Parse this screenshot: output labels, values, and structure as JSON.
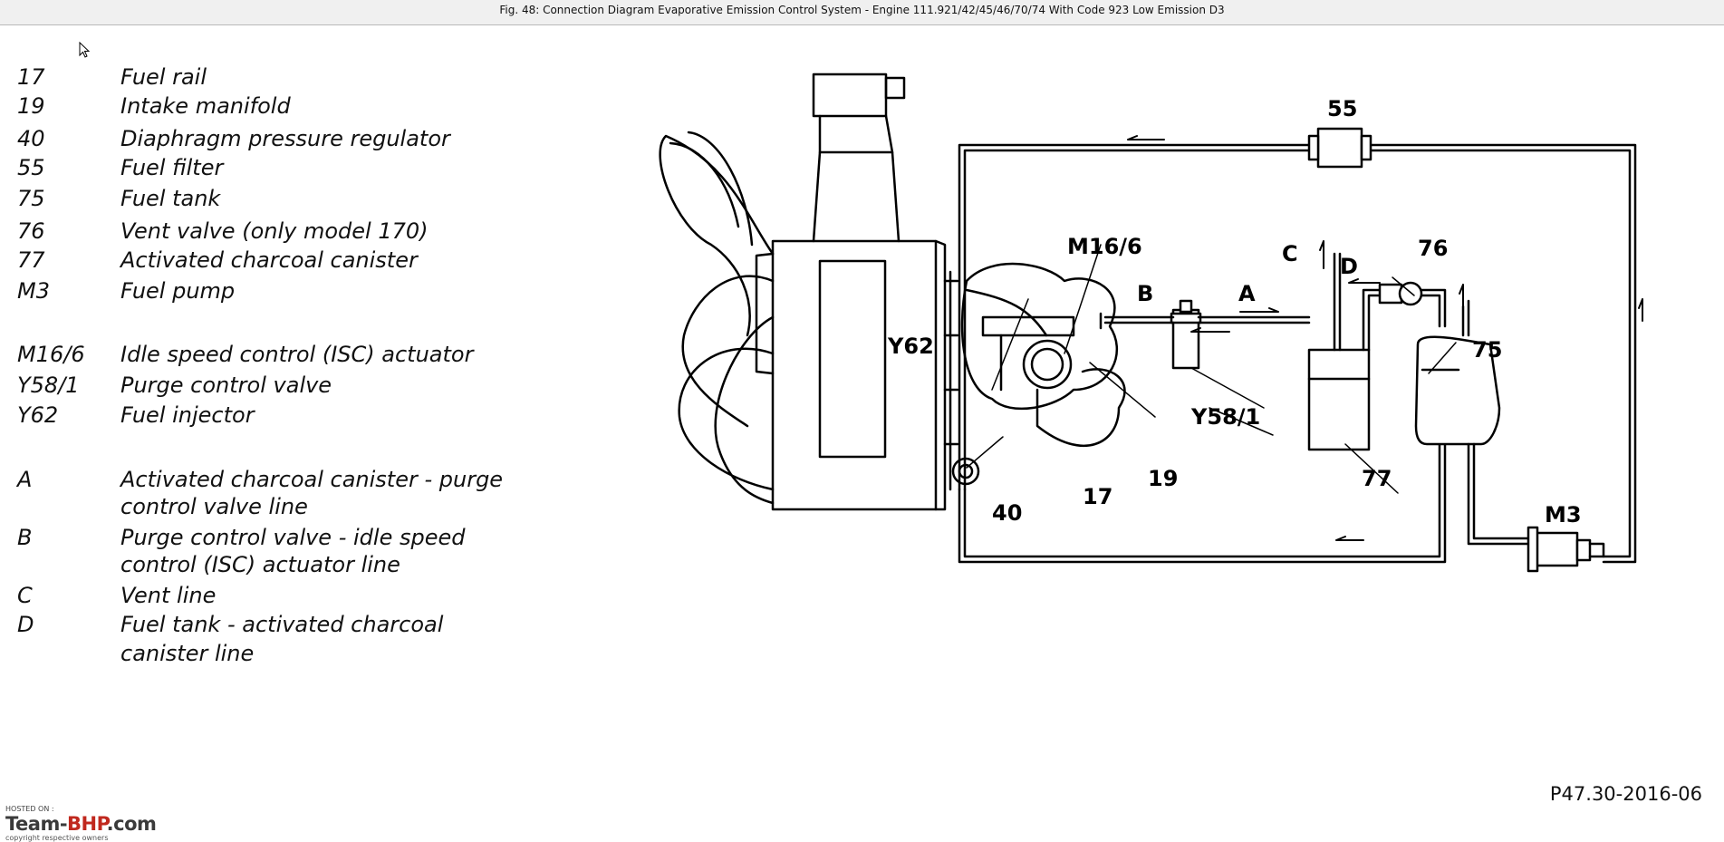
{
  "window": {
    "title": "Fig. 48: Connection Diagram Evaporative Emission Control System - Engine 111.921/42/45/46/70/74 With Code 923 Low Emission D3"
  },
  "legend": [
    {
      "code": "17",
      "desc": "Fuel rail"
    },
    {
      "code": "19",
      "desc": "Intake manifold"
    },
    {
      "code": "40",
      "desc": "Diaphragm pressure regulator"
    },
    {
      "code": "55",
      "desc": "Fuel filter"
    },
    {
      "code": "75",
      "desc": "Fuel tank"
    },
    {
      "code": "76",
      "desc": "Vent valve (only model 170)"
    },
    {
      "code": "77",
      "desc": "Activated charcoal canister"
    },
    {
      "code": "M3",
      "desc": "Fuel pump"
    },
    {
      "code": "M16/6",
      "desc": "Idle speed control (ISC) actuator"
    },
    {
      "code": "Y58/1",
      "desc": "Purge control valve"
    },
    {
      "code": "Y62",
      "desc": "Fuel injector"
    },
    {
      "code": "A",
      "desc": "Activated charcoal canister - purge",
      "desc2": "control valve line"
    },
    {
      "code": "B",
      "desc": "Purge control valve - idle speed",
      "desc2": "control (ISC) actuator line"
    },
    {
      "code": "C",
      "desc": "Vent line"
    },
    {
      "code": "D",
      "desc": "Fuel tank - activated charcoal",
      "desc2": "canister line"
    }
  ],
  "diagram_labels": {
    "l55": "55",
    "l76": "76",
    "lm166": "M16/6",
    "ly62": "Y62",
    "lb": "B",
    "la": "A",
    "lc": "C",
    "ld": "D",
    "l75": "75",
    "ly581": "Y58/1",
    "l19": "19",
    "l17": "17",
    "l40": "40",
    "l77": "77",
    "lm3": "M3"
  },
  "footer": {
    "reference": "P47.30-2016-06"
  },
  "watermark": {
    "hosted_on": "HOSTED ON :",
    "brand_prefix": "Team-",
    "brand_accent": "BHP",
    "brand_suffix": ".com",
    "tagline": "copyright respective owners"
  }
}
